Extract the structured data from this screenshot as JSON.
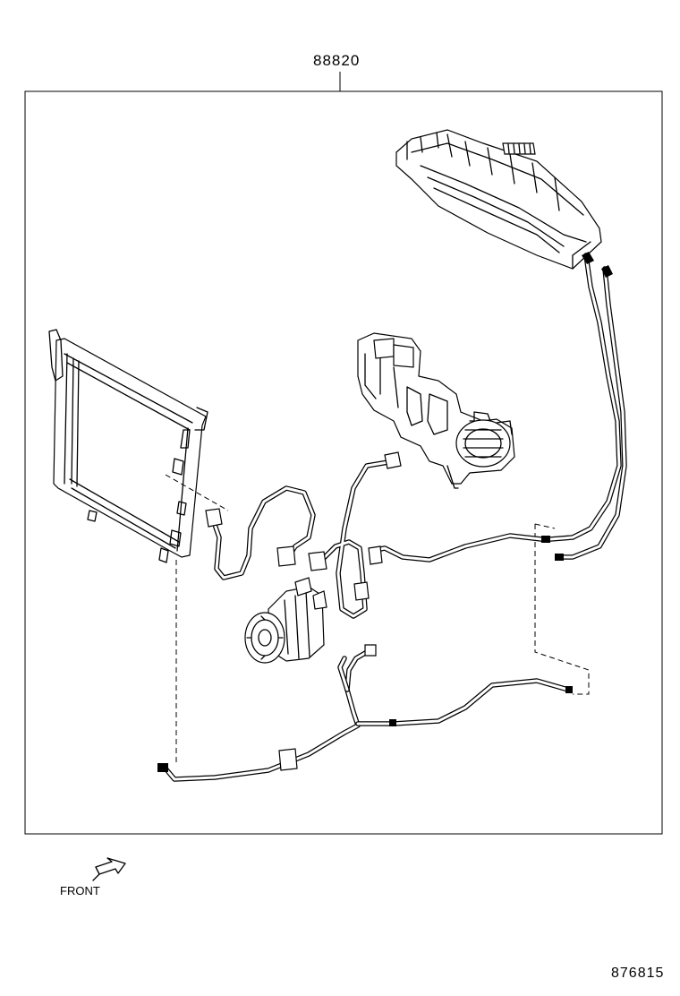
{
  "labels": {
    "assembly_part_number": "88820",
    "front_label": "FRONT",
    "illustration_number": "876815"
  },
  "icons": {
    "front_arrow": "front-arrow-icon"
  }
}
